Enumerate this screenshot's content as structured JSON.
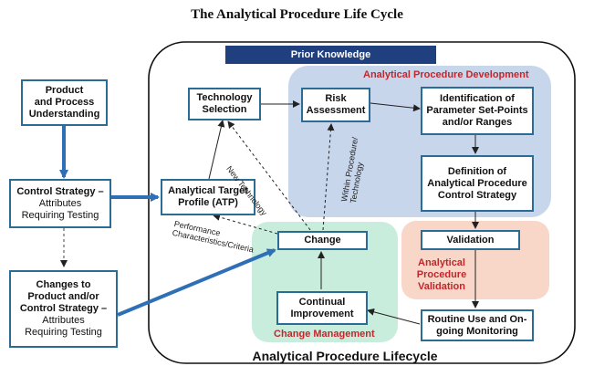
{
  "title": "The Analytical Procedure Life Cycle",
  "prior_knowledge": "Prior Knowledge",
  "regions": {
    "development": "Analytical Procedure Development",
    "validation": [
      "Analytical",
      "Procedure",
      "Validation"
    ],
    "change_management": "Change Management"
  },
  "lifecycle_label": "Analytical Procedure Lifecycle",
  "boxes": {
    "product_process": {
      "lines": [
        "Product",
        "and Process",
        "Understanding"
      ]
    },
    "control_strategy": {
      "bold": [
        "Control Strategy –"
      ],
      "normal": [
        "Attributes",
        "Requiring Testing"
      ]
    },
    "changes_to": {
      "bold": [
        "Changes to",
        "Product and/or",
        "Control Strategy –"
      ],
      "normal": [
        "Attributes",
        "Requiring Testing"
      ]
    },
    "atp": {
      "lines": [
        "Analytical Target",
        "Profile (ATP)"
      ]
    },
    "tech_selection": {
      "lines": [
        "Technology",
        "Selection"
      ]
    },
    "risk": {
      "lines": [
        "Risk",
        "Assessment"
      ]
    },
    "identification": {
      "lines": [
        "Identification of",
        "Parameter Set-Points",
        "and/or Ranges"
      ]
    },
    "definition": {
      "lines": [
        "Definition of",
        "Analytical Procedure",
        "Control Strategy"
      ]
    },
    "validation": {
      "lines": [
        "Validation"
      ]
    },
    "change": {
      "lines": [
        "Change"
      ]
    },
    "continual": {
      "lines": [
        "Continual",
        "Improvement"
      ]
    },
    "routine": {
      "lines": [
        "Routine Use and On-",
        "going Monitoring"
      ]
    }
  },
  "edge_labels": {
    "new_technology": "New Technology",
    "within_procedure": [
      "Within Procedure/",
      "Technology"
    ],
    "performance": [
      "Performance",
      "Characteristics/Criteria"
    ]
  },
  "colors": {
    "box_border": "#2a6c95",
    "thick_arrow": "#2e6fb5",
    "prior_bar": "#1f3f7f",
    "development_fill": "#c8d6ec",
    "validation_fill": "#f8d7c8",
    "change_fill": "#c9eddc",
    "region_text": "#c0272d"
  }
}
